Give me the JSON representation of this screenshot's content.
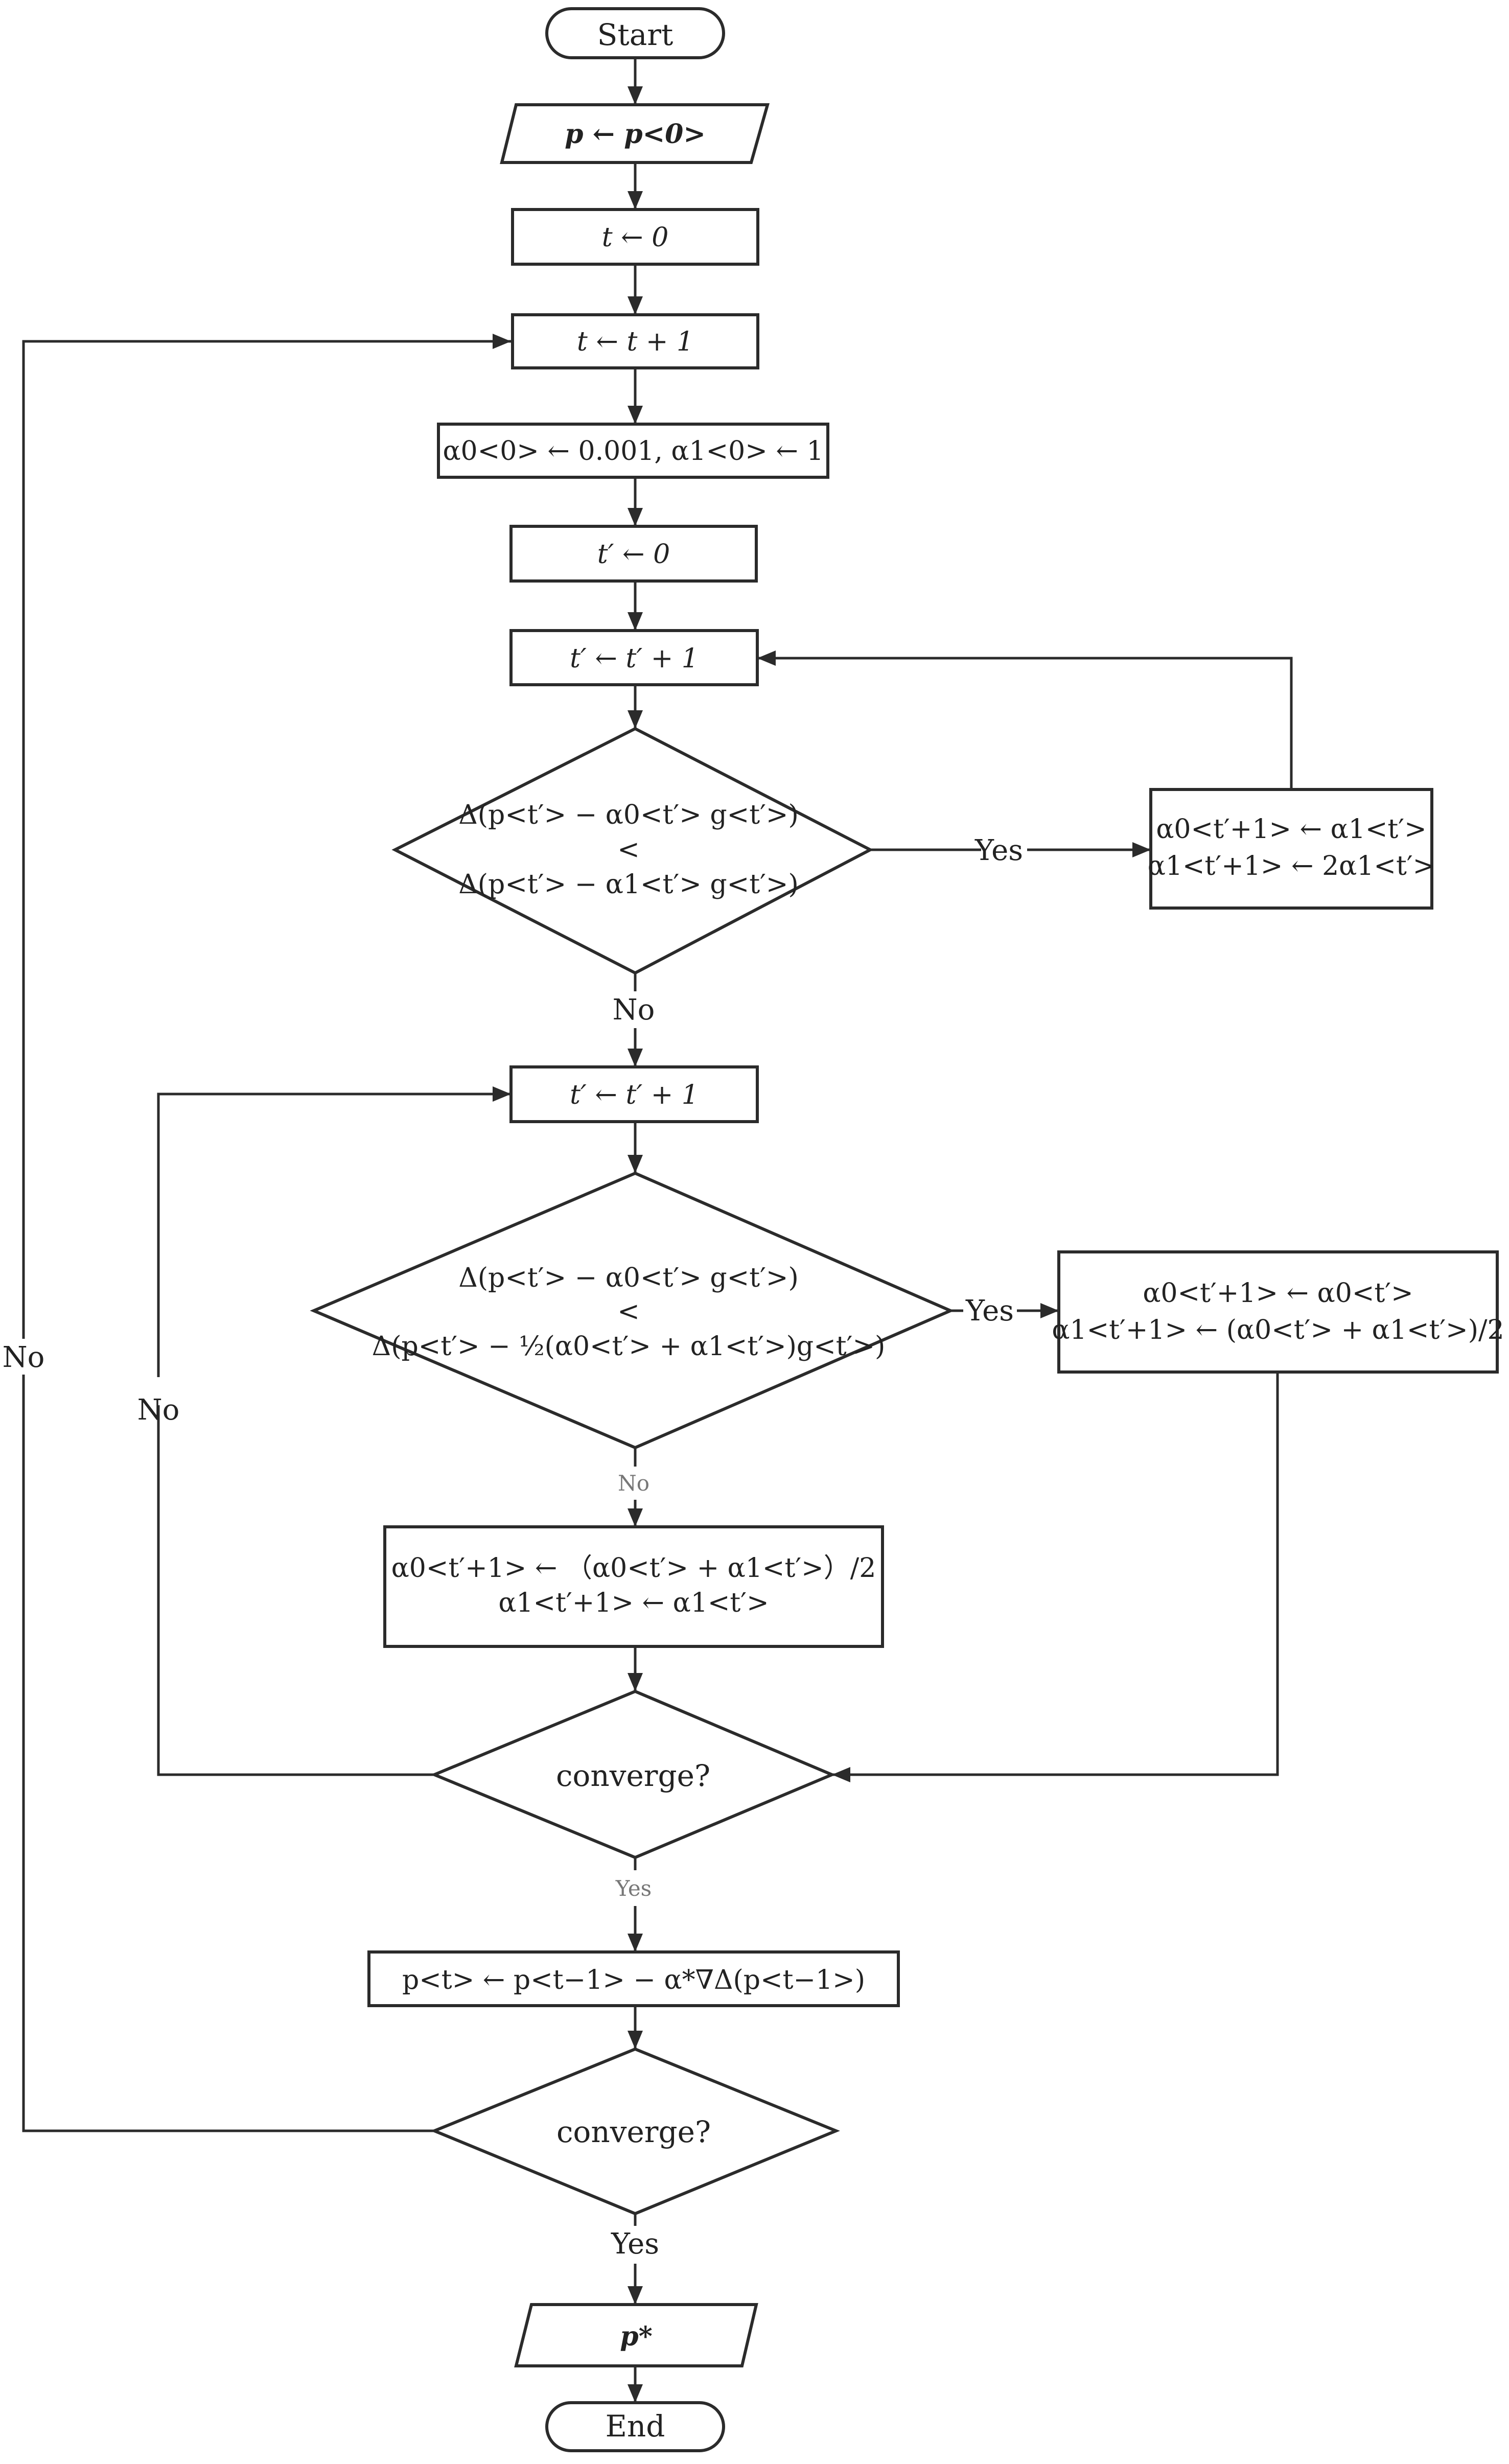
{
  "flowchart": {
    "nodes": {
      "start": "Start",
      "init_p": "p  ← p<0>",
      "init_t": "t ← 0",
      "inc_t": "t ← t + 1",
      "init_alpha": "α0<0> ← 0.001, α1<0> ← 1",
      "init_tp": "t′ ← 0",
      "inc_tp_1": "t′ ← t′ + 1",
      "decision_1": {
        "line1": "Δ(p<t′> − α0<t′> g<t′>)",
        "line2": "<",
        "line3": "Δ(p<t′> − α1<t′> g<t′>)"
      },
      "update_yes_1": {
        "line1": "α0<t′+1> ← α1<t′>",
        "line2": "α1<t′+1> ← 2α1<t′>"
      },
      "inc_tp_2": "t′ ← t′ + 1",
      "decision_2": {
        "line1": "Δ(p<t′> − α0<t′> g<t′>)",
        "line2": "<",
        "line3": "Δ(p<t′> − ½(α0<t′> + α1<t′>)g<t′>)"
      },
      "update_yes_2": {
        "line1": "α0<t′+1> ← α0<t′>",
        "line2": "α1<t′+1> ← (α0<t′> + α1<t′>)/2"
      },
      "update_no_2": {
        "line1": "α0<t′+1> ← （α0<t′> + α1<t′>）/2",
        "line2": "α1<t′+1> ← α1<t′>"
      },
      "converge_inner": "converge?",
      "update_p": "p<t> ← p<t−1> − α*∇Δ(p<t−1>)",
      "converge_outer": "converge?",
      "output": "p*",
      "end": "End"
    },
    "edge_labels": {
      "yes_d1": "Yes",
      "no_d1": "No",
      "yes_d2": "Yes",
      "no_d2": "No",
      "no_loop_inner": "No",
      "yes_inner": "Yes",
      "no_loop_outer": "No",
      "yes_outer": "Yes"
    }
  }
}
